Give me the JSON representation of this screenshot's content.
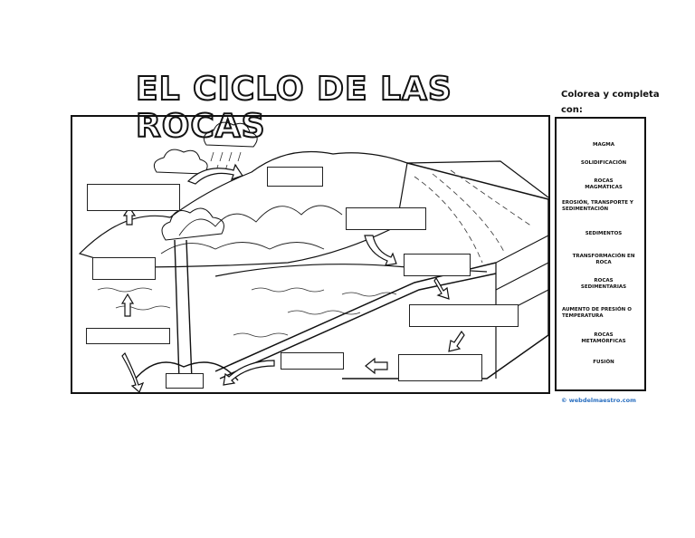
{
  "title": "EL CICLO DE LAS ROCAS",
  "instruction": "Colorea y completa con:",
  "word_bank": [
    "MAGMA",
    "SOLIDIFICACIÓN",
    "ROCAS MAGMÁTICAS",
    "EROSIÓN, TRANSPORTE Y SEDIMENTACIÓN",
    "SEDIMENTOS",
    "TRANSFORMACIÓN EN ROCA",
    "ROCAS SEDIMENTARIAS",
    "AUMENTO DE PRESIÓN O TEMPERATURA",
    "ROCAS METAMÓRFICAS",
    "FUSIÓN"
  ],
  "credit": "© webdelmaestro.com",
  "colors": {
    "ink": "#111111",
    "credit": "#2a6fc0"
  }
}
